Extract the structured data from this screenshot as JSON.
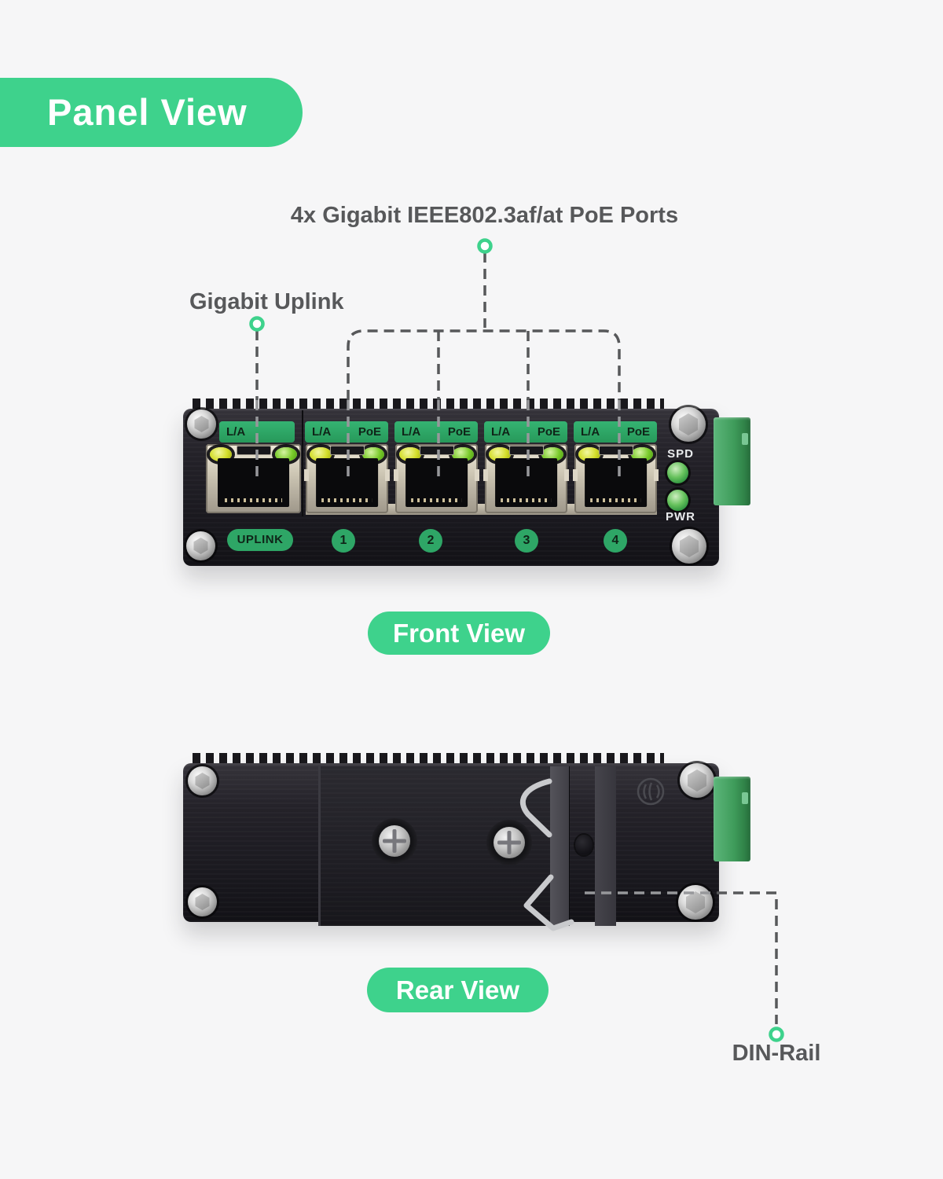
{
  "header": {
    "badge_label": "Panel View"
  },
  "annotations": {
    "poe_ports_label": "4x Gigabit IEEE802.3af/at PoE Ports",
    "uplink_label": "Gigabit Uplink",
    "din_rail_label": "DIN-Rail"
  },
  "front_view": {
    "caption": "Front View",
    "ports": [
      {
        "name": "UPLINK",
        "link_led": "L/A",
        "poe_led": ""
      },
      {
        "name": "1",
        "link_led": "L/A",
        "poe_led": "PoE"
      },
      {
        "name": "2",
        "link_led": "L/A",
        "poe_led": "PoE"
      },
      {
        "name": "3",
        "link_led": "L/A",
        "poe_led": "PoE"
      },
      {
        "name": "4",
        "link_led": "L/A",
        "poe_led": "PoE"
      }
    ],
    "indicators": [
      {
        "label": "SPD"
      },
      {
        "label": "PWR"
      }
    ]
  },
  "rear_view": {
    "caption": "Rear View"
  },
  "colors": {
    "accent_green": "#3ed28c",
    "device_label_green": "#2ea666",
    "annotation_text": "#57585a",
    "background": "#f6f6f7"
  }
}
